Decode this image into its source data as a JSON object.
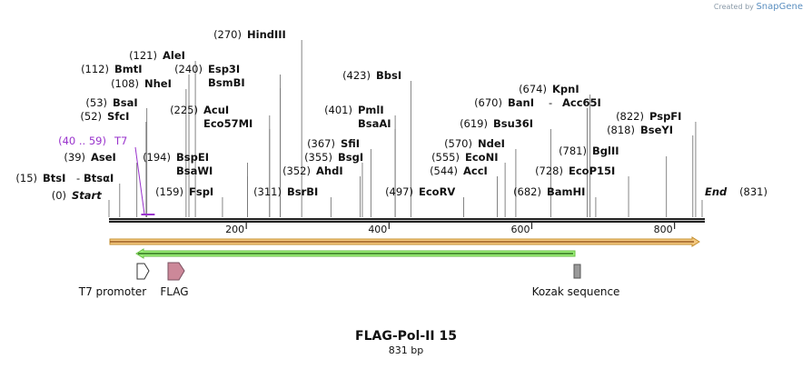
{
  "credit": {
    "prefix": "Created by",
    "brand": "SnapGene"
  },
  "sequence": {
    "name": "FLAG-Pol-II 15",
    "length_label": "831 bp",
    "length": 831
  },
  "colors": {
    "enzyme_line": "#777777",
    "primer": "#9933cc",
    "backbone": "#222222",
    "main_feature_fill": "#f4c880",
    "main_feature_edge": "#c59030",
    "green_arrow_fill": "#99ee77",
    "green_arrow_edge": "#6abf45",
    "flag_fill": "#cc8899",
    "kozak_fill": "#9a9a9a"
  },
  "enzymes": [
    {
      "pos": "(0)",
      "name": "Start",
      "italic": true,
      "at": 0
    },
    {
      "pos": "(15)",
      "name": "BtsI",
      "extra": "BtsαI",
      "at": 15
    },
    {
      "pos": "(39)",
      "name": "AseI",
      "at": 39
    },
    {
      "pos": "(52)",
      "name": "SfcI",
      "at": 52
    },
    {
      "pos": "(53)",
      "name": "BsaI",
      "at": 53
    },
    {
      "pos": "(108)",
      "name": "NheI",
      "at": 108
    },
    {
      "pos": "(112)",
      "name": "BmtI",
      "at": 112
    },
    {
      "pos": "(121)",
      "name": "AleI",
      "at": 121
    },
    {
      "pos": "(159)",
      "name": "FspI",
      "at": 159
    },
    {
      "pos": "(194)",
      "name": "BspEI",
      "at": 194
    },
    {
      "pos": "",
      "name": "BsaWI",
      "at": 194
    },
    {
      "pos": "(225)",
      "name": "AcuI",
      "at": 225
    },
    {
      "pos": "",
      "name": "Eco57MI",
      "at": 225
    },
    {
      "pos": "(240)",
      "name": "Esp3I",
      "at": 240
    },
    {
      "pos": "",
      "name": "BsmBI",
      "at": 240
    },
    {
      "pos": "(270)",
      "name": "HindIII",
      "at": 270
    },
    {
      "pos": "(311)",
      "name": "BsrBI",
      "at": 311
    },
    {
      "pos": "(352)",
      "name": "AhdI",
      "at": 352
    },
    {
      "pos": "(355)",
      "name": "BsgI",
      "at": 355
    },
    {
      "pos": "(367)",
      "name": "SfiI",
      "at": 367
    },
    {
      "pos": "(401)",
      "name": "PmlI",
      "at": 401
    },
    {
      "pos": "",
      "name": "BsaAI",
      "at": 401
    },
    {
      "pos": "(423)",
      "name": "BbsI",
      "at": 423
    },
    {
      "pos": "(497)",
      "name": "EcoRV",
      "at": 497
    },
    {
      "pos": "(544)",
      "name": "AccI",
      "at": 544
    },
    {
      "pos": "(555)",
      "name": "EcoNI",
      "at": 555
    },
    {
      "pos": "(570)",
      "name": "NdeI",
      "at": 570
    },
    {
      "pos": "(619)",
      "name": "Bsu36I",
      "at": 619
    },
    {
      "pos": "(670)",
      "name": "BanI",
      "extra": "Acc65I",
      "at": 670
    },
    {
      "pos": "(674)",
      "name": "KpnI",
      "at": 674
    },
    {
      "pos": "(682)",
      "name": "BamHI",
      "at": 682
    },
    {
      "pos": "(728)",
      "name": "EcoP15I",
      "at": 728
    },
    {
      "pos": "(781)",
      "name": "BglII",
      "at": 781
    },
    {
      "pos": "(818)",
      "name": "BseYI",
      "at": 818
    },
    {
      "pos": "(822)",
      "name": "PspFI",
      "at": 822
    },
    {
      "pos": "(831)",
      "name": "End",
      "italic": true,
      "at": 831
    }
  ],
  "primer": {
    "pos": "(40 .. 59)",
    "name": "T7",
    "start": 40,
    "end": 59
  },
  "ruler": {
    "ticks": [
      200,
      400,
      600,
      800
    ],
    "labels": [
      "200",
      "400",
      "600",
      "800"
    ]
  },
  "features": [
    {
      "name": "T7 promoter",
      "start": 40,
      "end": 59
    },
    {
      "name": "FLAG",
      "start": 84,
      "end": 107
    },
    {
      "name": "Kozak sequence",
      "start": 666,
      "end": 675
    }
  ]
}
